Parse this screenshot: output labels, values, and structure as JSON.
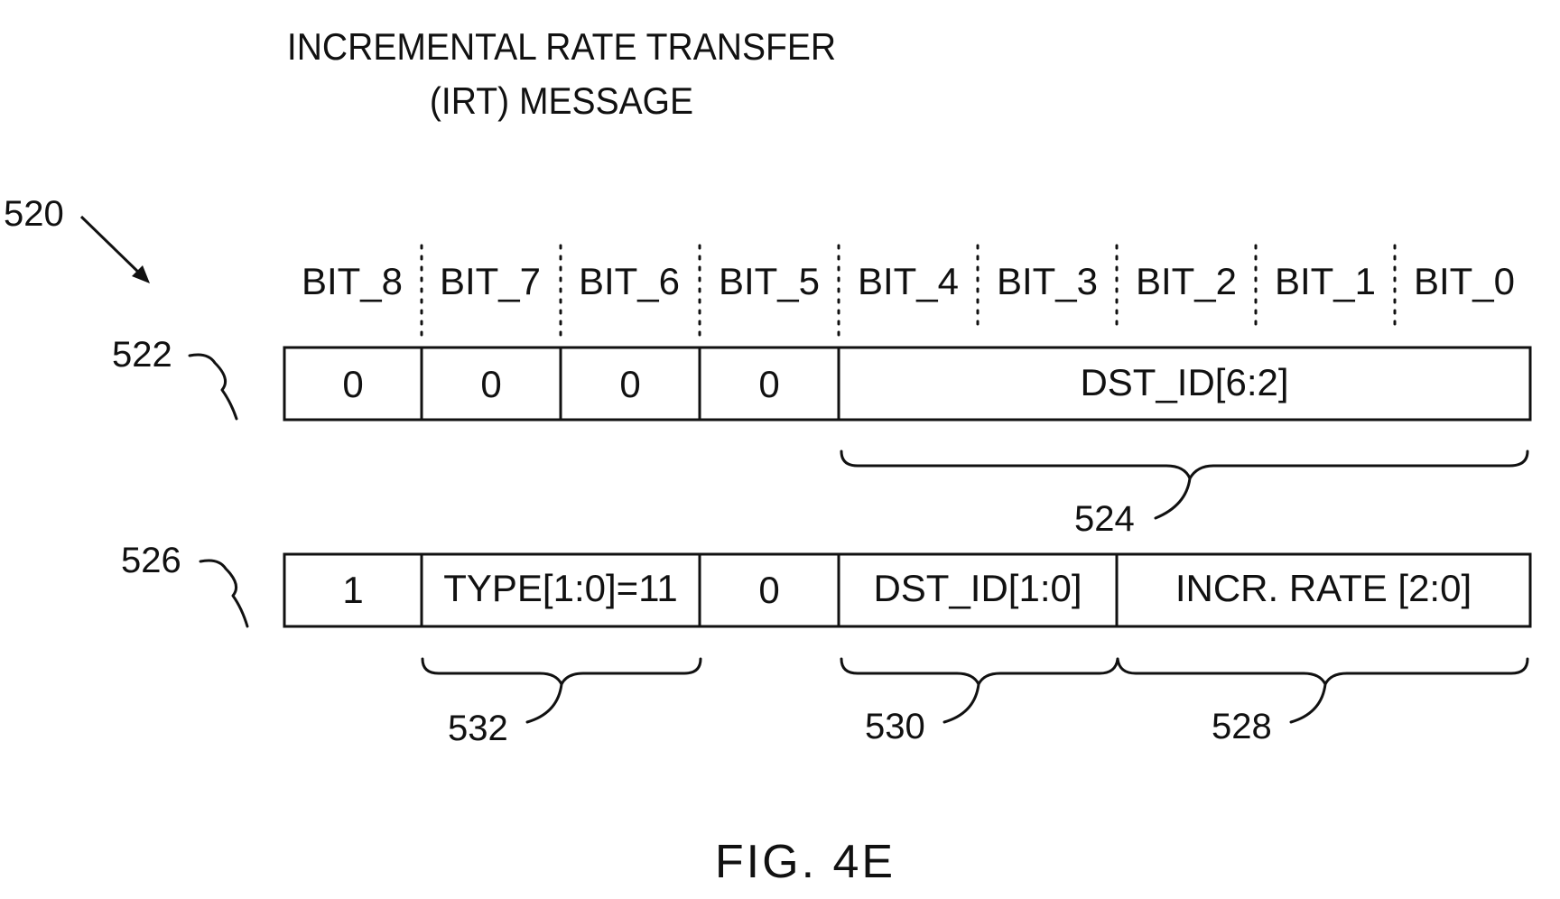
{
  "title": {
    "line1": "INCREMENTAL RATE TRANSFER",
    "line2": "(IRT) MESSAGE"
  },
  "figure_label": "FIG. 4E",
  "bit_labels": [
    "BIT_8",
    "BIT_7",
    "BIT_6",
    "BIT_5",
    "BIT_4",
    "BIT_3",
    "BIT_2",
    "BIT_1",
    "BIT_0"
  ],
  "refs": {
    "r520": "520",
    "r522": "522",
    "r524": "524",
    "r526": "526",
    "r528": "528",
    "r530": "530",
    "r532": "532"
  },
  "word1": {
    "bit8": "0",
    "bit7": "0",
    "bit6": "0",
    "bit5": "0",
    "dst_high": "DST_ID[6:2]"
  },
  "word2": {
    "bit8": "1",
    "type": "TYPE[1:0]=11",
    "bit5": "0",
    "dst_low": "DST_ID[1:0]",
    "rate": "INCR. RATE [2:0]"
  }
}
